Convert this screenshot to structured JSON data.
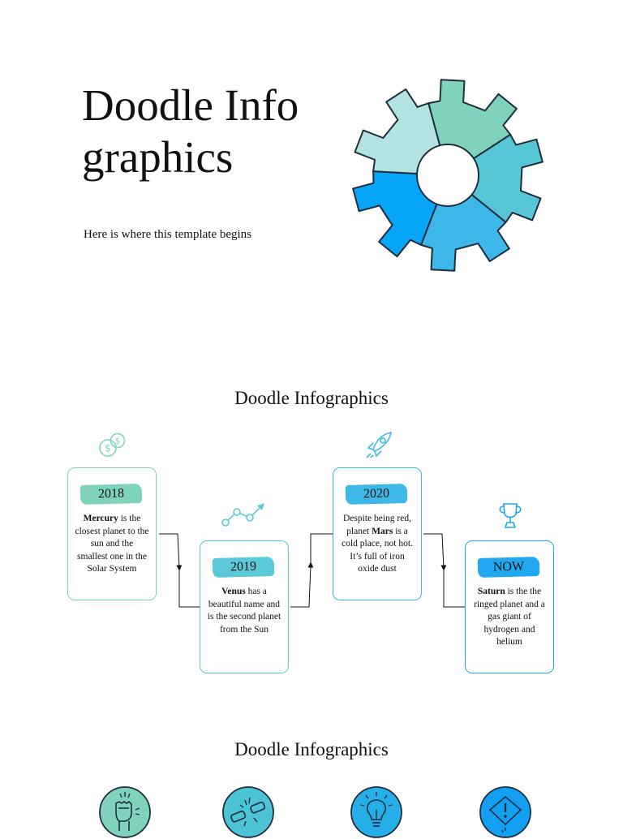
{
  "cover": {
    "title": "Doodle Infographics",
    "subtitle": "Here is where this template begins"
  },
  "timeline": {
    "title": "Doodle Infographics",
    "cards": [
      {
        "year": "2018",
        "strong": "Mercury",
        "text": " is the closest planet to the sun and the smallest one in the Solar System",
        "color": "#7fd3bd",
        "icon": "coins-icon"
      },
      {
        "year": "2019",
        "strong": "Venus",
        "text": " has a beautiful name and is the second planet from the Sun",
        "color": "#5cc9d9",
        "icon": "growth-chart-icon"
      },
      {
        "year": "2020",
        "pre": "Despite being red, planet ",
        "strong": "Mars",
        "text": " is a cold place, not hot. It’s full of iron oxide dust",
        "color": "#3eb8e6",
        "icon": "rocket-icon"
      },
      {
        "year": "NOW",
        "strong": "Saturn",
        "text": " is the the ringed planet and a gas giant of hydrogen and helium",
        "color": "#20a9f0",
        "icon": "trophy-icon"
      }
    ]
  },
  "icon_row": {
    "title": "Doodle Infographics",
    "icons": [
      {
        "icon": "raised-fist-icon",
        "color": "#7fd3bd"
      },
      {
        "icon": "broken-chain-icon",
        "color": "#4dc3d6"
      },
      {
        "icon": "light-bulb-icon",
        "color": "#26aee8"
      },
      {
        "icon": "warning-sign-icon",
        "color": "#14a0f2"
      }
    ]
  },
  "gear": {
    "segment_colors": [
      "#7fd3bd",
      "#57c6d6",
      "#3db7ea",
      "#08a6f8",
      "#b3e3e1"
    ],
    "outline_color": "#1f2d3d"
  }
}
